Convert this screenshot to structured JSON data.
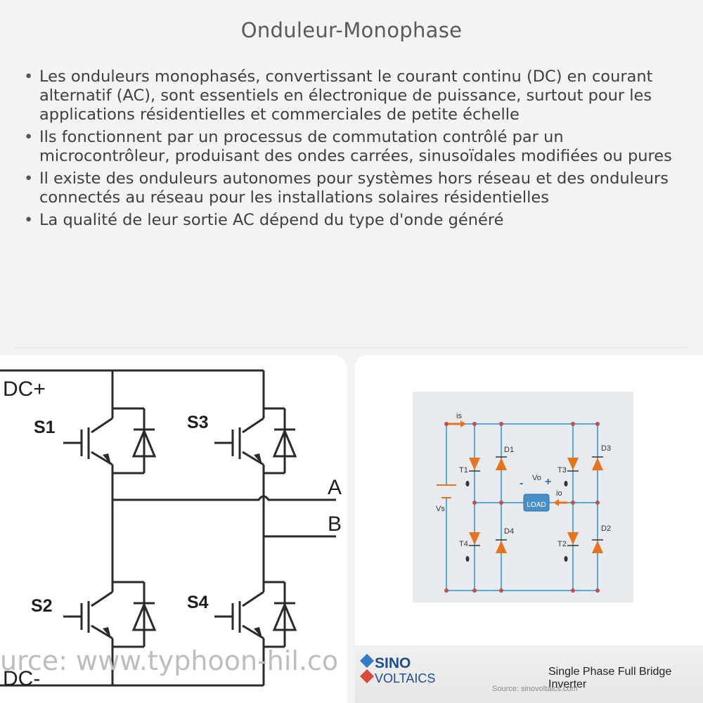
{
  "title": "Onduleur-Monophase",
  "bullets": [
    "Les onduleurs monophasés, convertissant le courant continu (DC) en courant alternatif (AC), sont essentiels en électronique de puissance, surtout pour les applications résidentielles et commerciales de petite échelle",
    "Ils fonctionnent par un processus de commutation contrôlé par un microcontrôleur, produisant des ondes carrées, sinusoïdales modifiées ou pures",
    "Il existe des onduleurs autonomes pour systèmes hors réseau et des onduleurs connectés au réseau pour les installations solaires résidentielles",
    "La qualité de leur sortie AC dépend du type d'onde généré"
  ],
  "left_diagram": {
    "dc_plus": "DC+",
    "dc_minus": "DC-",
    "switches": [
      "S1",
      "S3",
      "S2",
      "S4"
    ],
    "output_a": "A",
    "output_b": "B",
    "watermark": "urce: www.typhoon-hil.co"
  },
  "right_diagram": {
    "source_current": "is",
    "source_voltage": "Vs",
    "transistors": [
      "T1",
      "T3",
      "T4",
      "T2"
    ],
    "diodes": [
      "D1",
      "D3",
      "D4",
      "D2"
    ],
    "load_voltage": "Vo",
    "load_current": "io",
    "load_label": "LOAD",
    "minus_sign": "-",
    "plus_sign": "+",
    "brand_line1": "SINO",
    "brand_line2": "VOLTAICS",
    "caption": "Single Phase Full Bridge Inverter",
    "source": "Source: sinovoltaics.com"
  },
  "colors": {
    "diode_orange": "#e8731f",
    "wire_blue": "#5aa8d8",
    "node_red": "#c0504d",
    "brand_blue": "#1e4f8c"
  }
}
